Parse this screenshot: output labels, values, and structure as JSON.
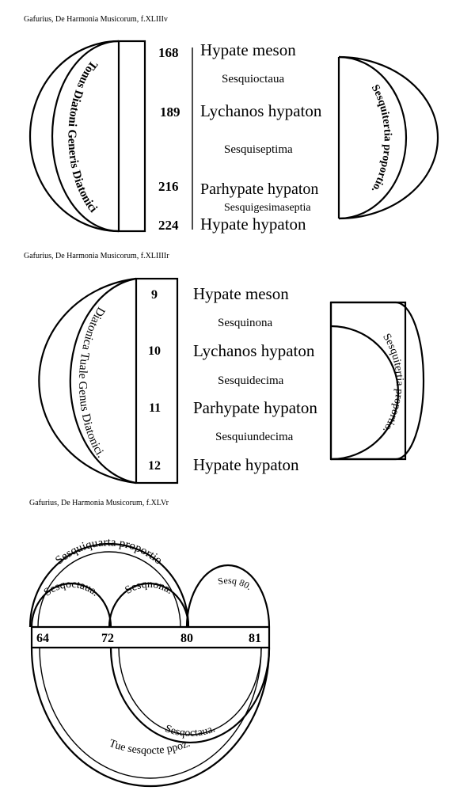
{
  "fig1": {
    "caption": "Gafurius, De Harmonia Musicorum, f.XLIIIv",
    "numbers": [
      "168",
      "189",
      "216",
      "224"
    ],
    "notes": [
      "Hypate meson",
      "Lychanos hypaton",
      "Parhypate hypaton",
      "Hypate hypaton"
    ],
    "ratios": [
      "Sesquioctaua",
      "Sesquiseptima",
      "Sesquigesimaseptia"
    ],
    "left_arc": "Tonus Diatoni Generis Diatonici",
    "right_arc": "Sesquitertia proportio."
  },
  "fig2": {
    "caption": "Gafurius, De Harmonia Musicorum, f.XLIIIIr",
    "numbers": [
      "9",
      "10",
      "11",
      "12"
    ],
    "notes": [
      "Hypate meson",
      "Lychanos hypaton",
      "Parhypate hypaton",
      "Hypate hypaton"
    ],
    "ratios": [
      "Sesquinona",
      "Sesquidecima",
      "Sesquiundecima"
    ],
    "left_arc": "Diatonica Tuale Genus Diatonici.",
    "right_arc": "Sesquitertia proportio."
  },
  "fig3": {
    "caption": "Gafurius, De Harmonia Musicorum, f.XLVr",
    "numbers": [
      "64",
      "72",
      "80",
      "81"
    ],
    "arcs_top": [
      "Sesquiquarta proportio",
      "Sesqoctaua.",
      "Sesqnona.",
      "Sesq 80."
    ],
    "arcs_bottom": [
      "Sesqoctaua.",
      "Tue sesqocte ppoz."
    ]
  }
}
